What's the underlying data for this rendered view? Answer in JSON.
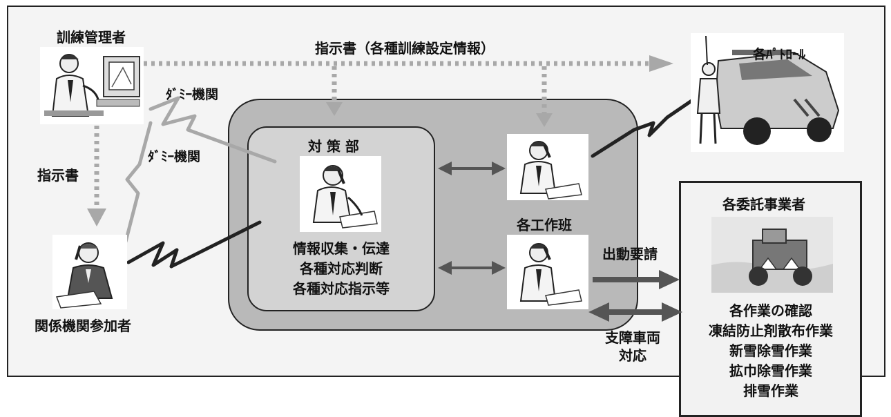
{
  "labels": {
    "training_manager": "訓練管理者",
    "instruction_settings": "指示書（各種訓練設定情報）",
    "patrol": "各ﾊﾟﾄﾛｰﾙ",
    "dummy_agency_1": "ﾀﾞﾐｰ機関",
    "dummy_agency_2": "ﾀﾞﾐｰ機関",
    "instruction": "指示書",
    "hq_title": "対 策 部",
    "work_crews": "各工作班",
    "contractors": "各委託事業者",
    "dispatch_request": "出動要請",
    "related_agency": "関係機関参加者",
    "obstacle_vehicle_line1": "支障車両",
    "obstacle_vehicle_line2": "対応"
  },
  "hq_tasks": [
    "情報収集・伝達",
    "各種対応判断",
    "各種対応指示等"
  ],
  "contractor_tasks": {
    "heading": "各作業の確認",
    "items": [
      "凍結防止剤散布作業",
      "新雪除雪作業",
      "拡巾除雪作業",
      "排雪作業"
    ]
  },
  "colors": {
    "dotted_arrow": "#a8a8a8",
    "solid_arrow": "#555555",
    "hq_outer_fill": "#b9b9b9",
    "hq_inner_fill": "#d3d3d3",
    "radio_line": "#777777"
  }
}
